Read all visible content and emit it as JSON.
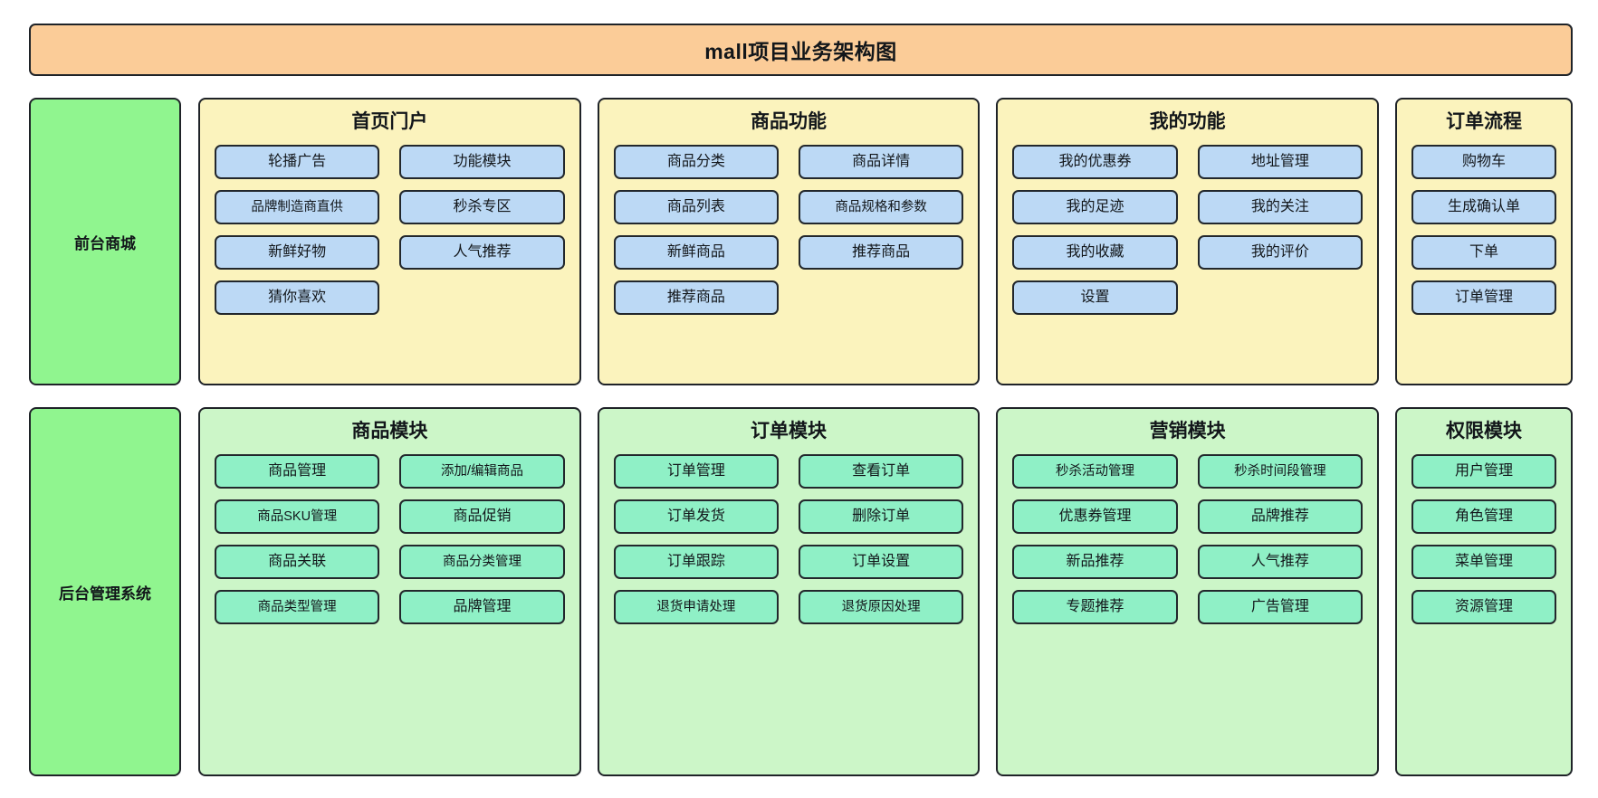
{
  "title": "mall项目业务架构图",
  "colors": {
    "title_bg": "#fbcc98",
    "spine_bg": "#90f58f",
    "frontend_group_bg": "#fbf3bd",
    "frontend_item_bg": "#bcd9f5",
    "backend_group_bg": "#ccf6c8",
    "backend_item_bg": "#8ff0c6",
    "border": "#1f2328"
  },
  "rows": [
    {
      "spine_label": "前台商城",
      "groups": [
        {
          "title": "首页门户",
          "columns": 2,
          "items": [
            "轮播广告",
            "功能模块",
            "品牌制造商直供",
            "秒杀专区",
            "新鲜好物",
            "人气推荐",
            "猜你喜欢"
          ]
        },
        {
          "title": "商品功能",
          "columns": 2,
          "items": [
            "商品分类",
            "商品详情",
            "商品列表",
            "商品规格和参数",
            "新鲜商品",
            "推荐商品",
            "推荐商品"
          ]
        },
        {
          "title": "我的功能",
          "columns": 2,
          "items": [
            "我的优惠券",
            "地址管理",
            "我的足迹",
            "我的关注",
            "我的收藏",
            "我的评价",
            "设置"
          ]
        },
        {
          "title": "订单流程",
          "columns": 1,
          "items": [
            "购物车",
            "生成确认单",
            "下单",
            "订单管理"
          ]
        }
      ]
    },
    {
      "spine_label": "后台管理系统",
      "groups": [
        {
          "title": "商品模块",
          "columns": 2,
          "items": [
            "商品管理",
            "添加/编辑商品",
            "商品SKU管理",
            "商品促销",
            "商品关联",
            "商品分类管理",
            "商品类型管理",
            "品牌管理"
          ]
        },
        {
          "title": "订单模块",
          "columns": 2,
          "items": [
            "订单管理",
            "查看订单",
            "订单发货",
            "删除订单",
            "订单跟踪",
            "订单设置",
            "退货申请处理",
            "退货原因处理"
          ]
        },
        {
          "title": "营销模块",
          "columns": 2,
          "items": [
            "秒杀活动管理",
            "秒杀时间段管理",
            "优惠券管理",
            "品牌推荐",
            "新品推荐",
            "人气推荐",
            "专题推荐",
            "广告管理"
          ]
        },
        {
          "title": "权限模块",
          "columns": 1,
          "items": [
            "用户管理",
            "角色管理",
            "菜单管理",
            "资源管理"
          ]
        }
      ]
    }
  ]
}
